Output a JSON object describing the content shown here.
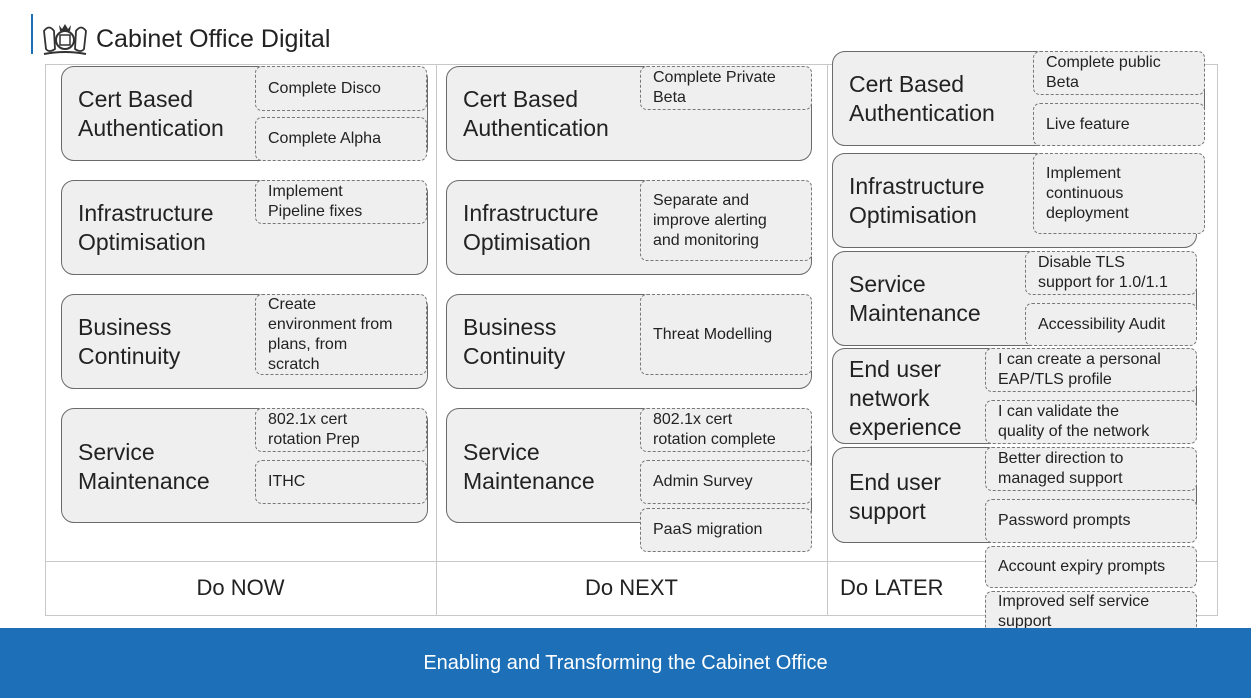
{
  "header": {
    "brand_name": "Cabinet Office Digital",
    "logo_icon": "royal-crest-icon"
  },
  "columns": {
    "now": {
      "label": "Do NOW",
      "cards": [
        {
          "title": "Cert Based\nAuthentication",
          "tasks": [
            "Complete Disco",
            "Complete Alpha"
          ]
        },
        {
          "title": "Infrastructure\nOptimisation",
          "tasks": [
            "Implement\nPipeline fixes"
          ]
        },
        {
          "title": "Business\nContinuity",
          "tasks": [
            "Create\nenvironment from\nplans, from\nscratch"
          ]
        },
        {
          "title": "Service\nMaintenance",
          "tasks": [
            "802.1x cert\nrotation Prep",
            "ITHC"
          ]
        }
      ]
    },
    "next": {
      "label": "Do NEXT",
      "cards": [
        {
          "title": "Cert Based\nAuthentication",
          "tasks": [
            "Complete Private\nBeta"
          ]
        },
        {
          "title": "Infrastructure\nOptimisation",
          "tasks": [
            "Separate and\nimprove alerting\nand monitoring"
          ]
        },
        {
          "title": "Business\nContinuity",
          "tasks": [
            "Threat Modelling"
          ]
        },
        {
          "title": "Service\nMaintenance",
          "tasks": [
            "802.1x cert\nrotation complete",
            "Admin Survey",
            "PaaS migration"
          ]
        }
      ]
    },
    "later": {
      "label": "Do LATER",
      "cards": [
        {
          "title": "Cert Based\nAuthentication",
          "tasks": [
            "Complete public\nBeta",
            "Live feature"
          ]
        },
        {
          "title": "Infrastructure\nOptimisation",
          "tasks": [
            "Implement\ncontinuous\ndeployment"
          ]
        },
        {
          "title": "Service\nMaintenance",
          "tasks": [
            "Disable TLS\nsupport for 1.0/1.1",
            "Accessibility Audit"
          ]
        },
        {
          "title": "End user\nnetwork\nexperience",
          "tasks": [
            "I can create a personal\nEAP/TLS profile",
            "I can validate the\nquality of the network"
          ]
        },
        {
          "title": "End user\nsupport",
          "tasks": [
            "Better direction to\nmanaged support",
            "Password prompts",
            "Account expiry prompts",
            "Improved self service\nsupport"
          ]
        }
      ]
    }
  },
  "footer": {
    "text": "Enabling and Transforming the Cabinet Office"
  },
  "colors": {
    "footer_blue": "#1d70b8",
    "card_fill": "#efefef",
    "card_border": "#6a6a6a"
  }
}
